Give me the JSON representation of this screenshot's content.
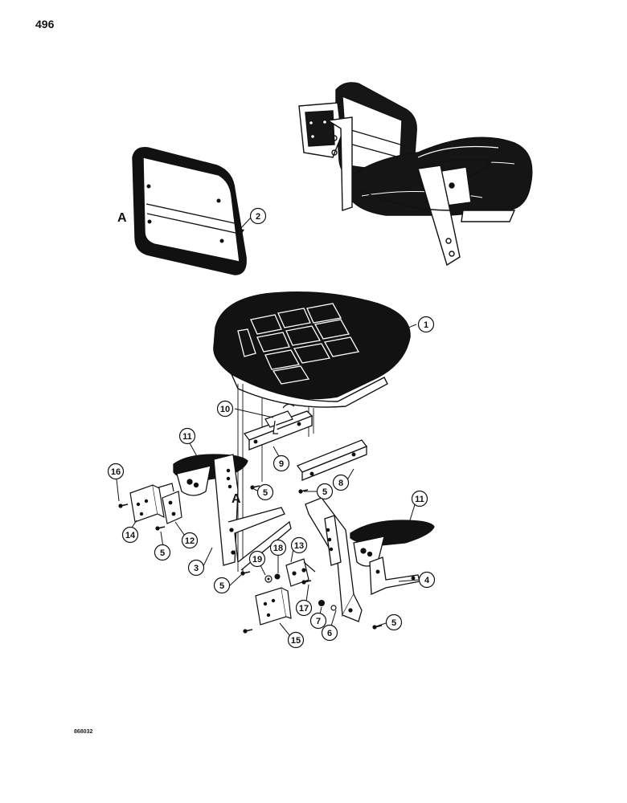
{
  "page_number": "496",
  "figure_ref": "868032",
  "view_labels": [
    "A",
    "A"
  ],
  "callouts": [
    "1",
    "2",
    "3",
    "4",
    "5",
    "6",
    "7",
    "8",
    "9",
    "10",
    "11",
    "12",
    "13",
    "14",
    "15",
    "16",
    "17",
    "18",
    "19"
  ],
  "colors": {
    "ink": "#111111",
    "paper": "#ffffff"
  }
}
